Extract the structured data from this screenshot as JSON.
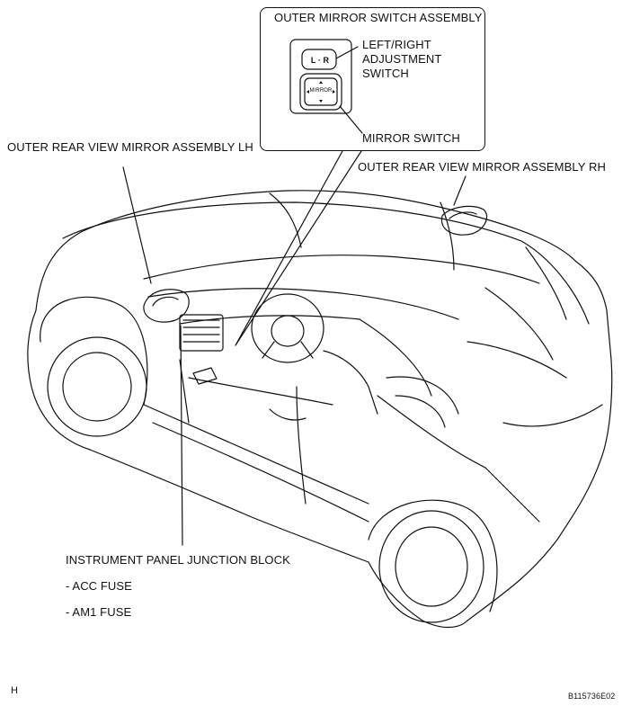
{
  "labels": {
    "outer_mirror_switch_assembly": "OUTER MIRROR SWITCH ASSEMBLY",
    "left_right_line1": "LEFT/RIGHT",
    "left_right_line2": "ADJUSTMENT",
    "left_right_line3": "SWITCH",
    "mirror_switch": "MIRROR SWITCH",
    "mirror_lh": "OUTER REAR VIEW MIRROR ASSEMBLY LH",
    "mirror_rh": "OUTER REAR VIEW MIRROR ASSEMBLY RH",
    "junction_block": "INSTRUMENT PANEL JUNCTION BLOCK",
    "acc_fuse": "- ACC FUSE",
    "am1_fuse": "- AM1 FUSE",
    "switch_lr": "L · R",
    "switch_mirror": "MIRROR",
    "corner_left": "H",
    "corner_right": "B115736E02"
  }
}
